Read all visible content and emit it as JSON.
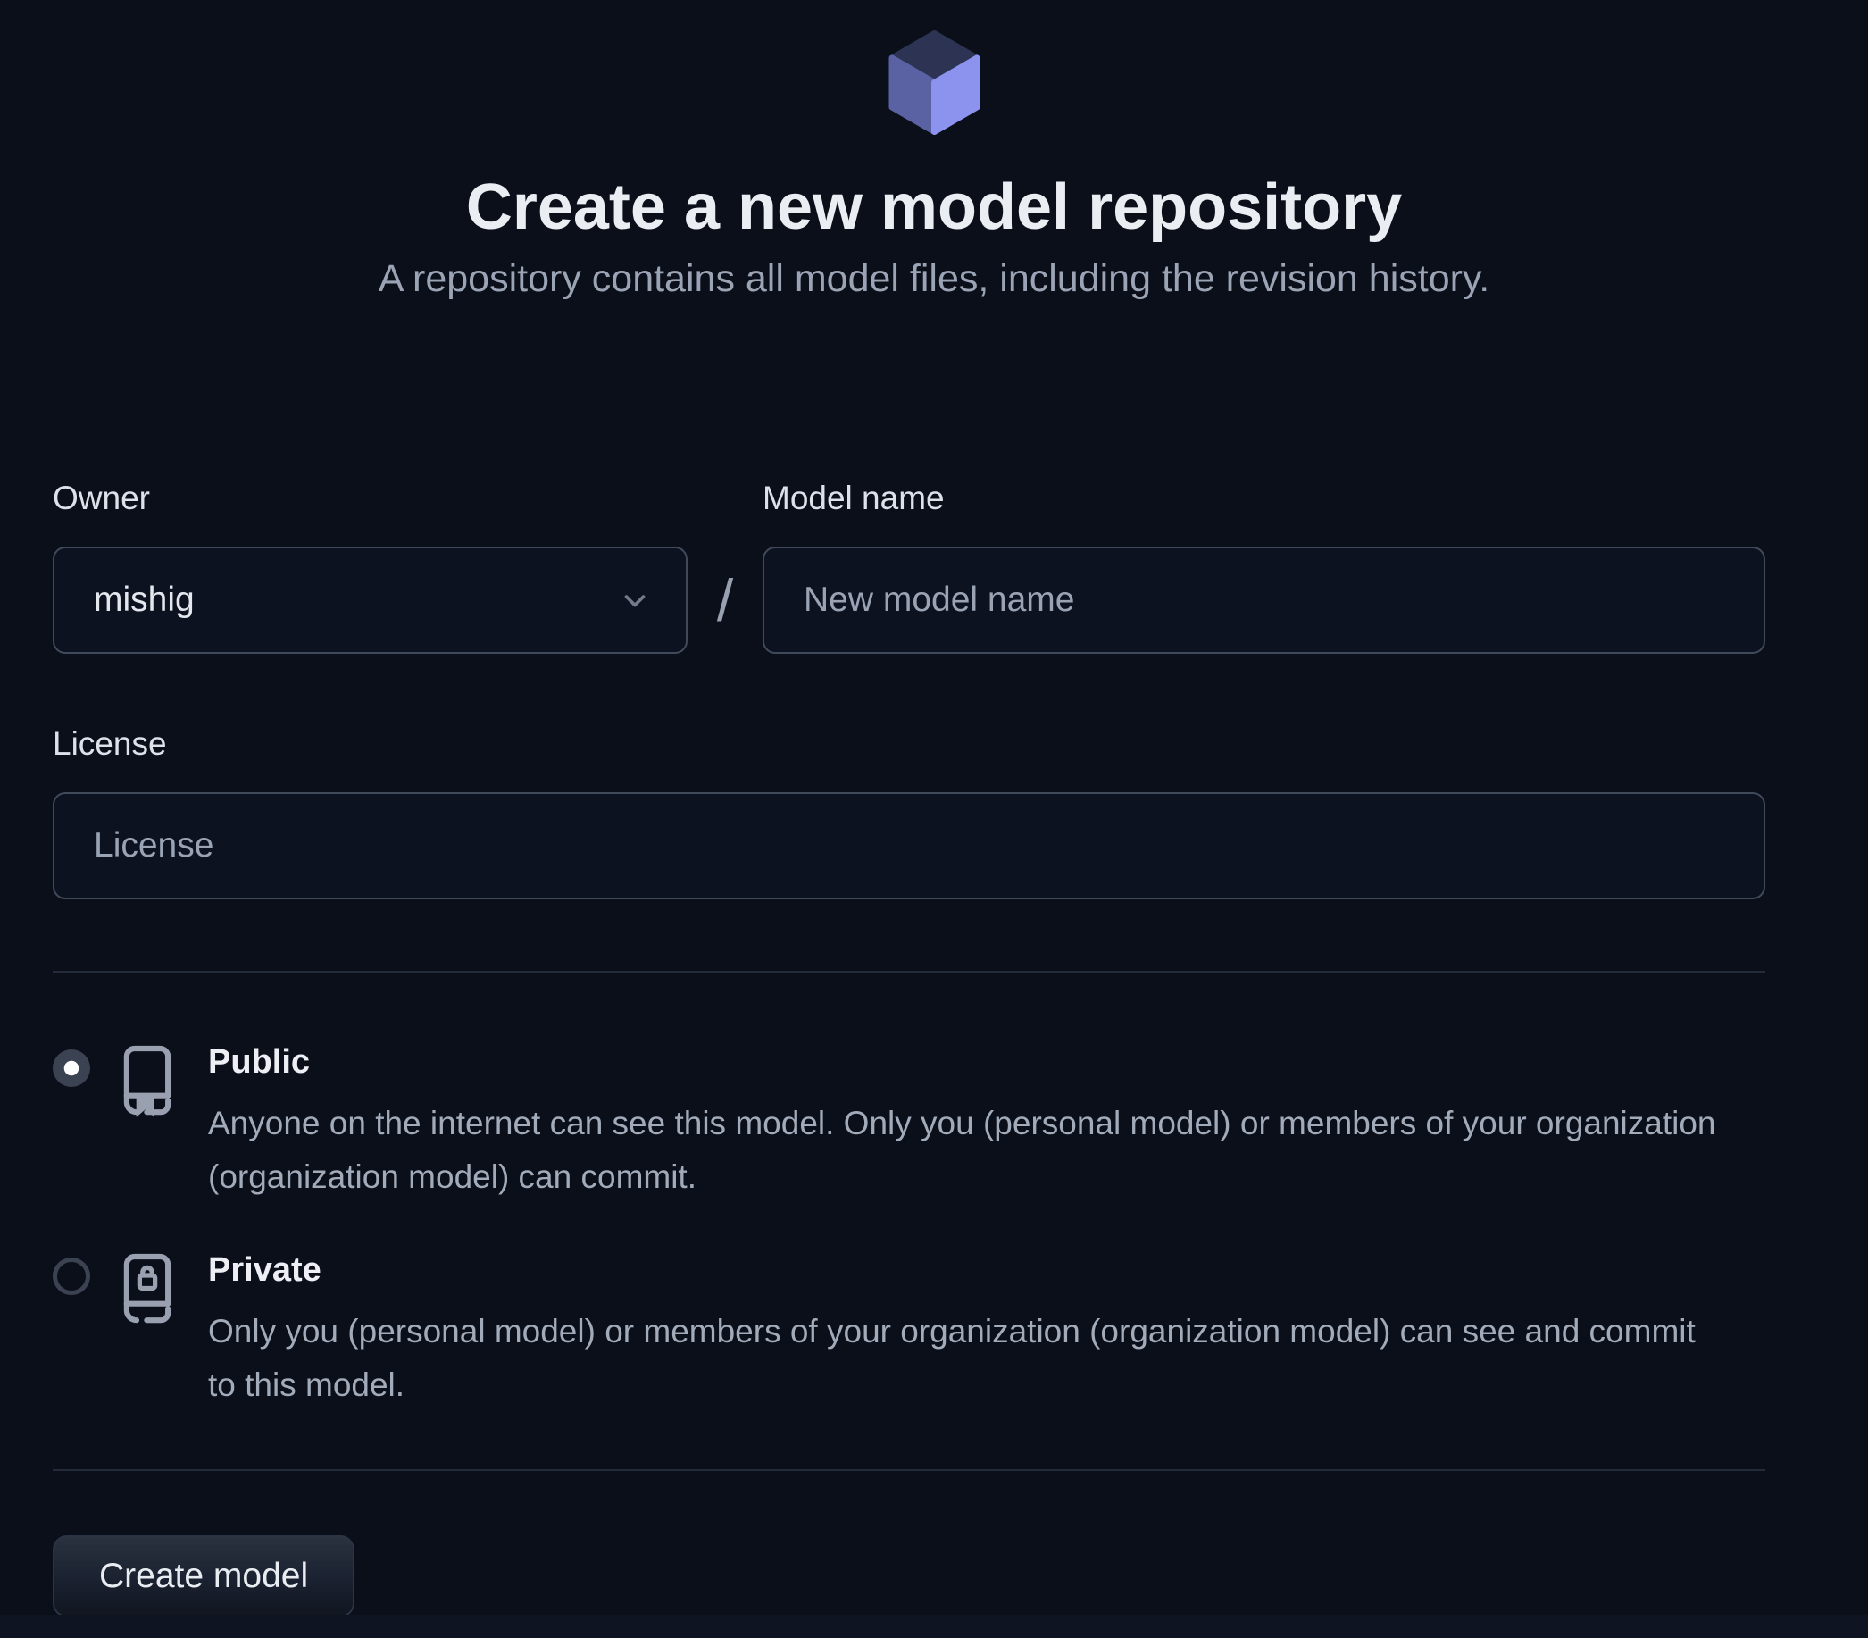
{
  "header": {
    "title": "Create a new model repository",
    "subtitle": "A repository contains all model files, including the revision history."
  },
  "form": {
    "owner": {
      "label": "Owner",
      "value": "mishig"
    },
    "separator": "/",
    "model_name": {
      "label": "Model name",
      "placeholder": "New model name"
    },
    "license": {
      "label": "License",
      "placeholder": "License"
    },
    "visibility": {
      "public": {
        "label": "Public",
        "description": "Anyone on the internet can see this model. Only you (personal model) or members of your organization (organization model) can commit.",
        "selected": true
      },
      "private": {
        "label": "Private",
        "description": "Only you (personal model) or members of your organization (organization model) can see and commit to this model.",
        "selected": false
      }
    },
    "submit_label": "Create model"
  },
  "icons": {
    "model_cube": "isometric-3d-cube",
    "owner_dropdown": "chevron-down",
    "public": "book-with-bookmark",
    "private": "book-with-lock-and-bookmark"
  },
  "colors": {
    "background": "#0b0f1a",
    "cube_top": "#2d3453",
    "cube_left": "#5a62a3",
    "cube_right": "#8b93ef",
    "input_border": "#404a5b",
    "divider": "#232b3a",
    "radio_ring": "#3b4352",
    "icon_gray": "#99a1b0",
    "text_muted": "#a2abba"
  }
}
